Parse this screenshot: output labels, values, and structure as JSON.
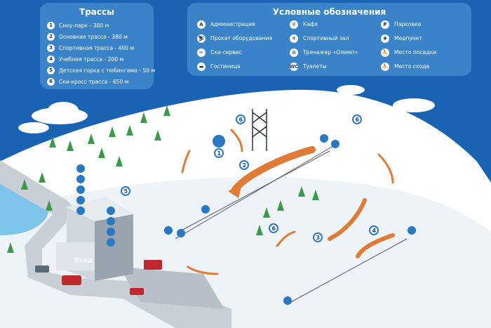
{
  "trails_panel": {
    "title": "Трассы",
    "items": [
      {
        "num": "1",
        "label": "Сноу-парк - 380 м"
      },
      {
        "num": "2",
        "label": "Основная трасса - 380 м"
      },
      {
        "num": "3",
        "label": "Спортивная трасса - 400 м"
      },
      {
        "num": "4",
        "label": "Учебная трасса - 200 м"
      },
      {
        "num": "5",
        "label": "Детская горка с тюбингами - 50 м"
      },
      {
        "num": "6",
        "label": "Ски-кросс трасса - 650 м"
      }
    ]
  },
  "legend_panel": {
    "title": "Условные обозначения",
    "items": [
      {
        "icon": "A",
        "icon_name": "administration-icon",
        "label": "Администрация"
      },
      {
        "icon": "⚲",
        "icon_name": "cafe-icon",
        "label": "Кафе"
      },
      {
        "icon": "P",
        "icon_name": "parking-icon",
        "label": "Парковка"
      },
      {
        "icon": "⛷",
        "icon_name": "rental-icon",
        "label": "Прокат оборудования"
      },
      {
        "icon": "♆",
        "icon_name": "gym-icon",
        "label": "Спортивный зал"
      },
      {
        "icon": "✚",
        "icon_name": "medical-icon",
        "label": "Медпункт"
      },
      {
        "icon": "✂",
        "icon_name": "ski-service-icon",
        "label": "Ски-сервис"
      },
      {
        "icon": "⚙",
        "icon_name": "trainer-icon",
        "label": "Тренажер «Олимп»"
      },
      {
        "icon": "⛹",
        "icon_name": "boarding-icon",
        "label": "Место посадки"
      },
      {
        "icon": "▬",
        "icon_name": "hotel-icon",
        "label": "Гостиница"
      },
      {
        "icon": "WC",
        "icon_name": "wc-icon",
        "label": "Туалеты"
      },
      {
        "icon": "⛹",
        "icon_name": "exit-point-icon",
        "label": "Место схода"
      }
    ]
  },
  "map": {
    "entry_label": "Вход",
    "pins": [
      {
        "num": "1"
      },
      {
        "num": "2"
      },
      {
        "num": "3"
      },
      {
        "num": "4"
      },
      {
        "num": "5"
      },
      {
        "num": "6"
      },
      {
        "num": "6"
      },
      {
        "num": "6"
      }
    ],
    "colors": {
      "sky": "#1a63b3",
      "snow": "#ffffff",
      "arrow": "#e07b35",
      "pin": "#2a78c2",
      "road": "#c9cfd6",
      "water": "#7cc4ea",
      "tree": "#3a9a4a"
    }
  }
}
